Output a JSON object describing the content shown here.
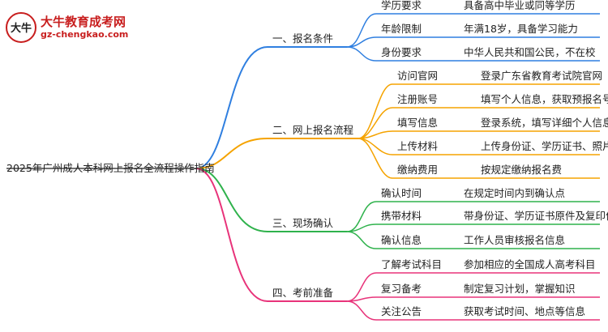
{
  "logo": {
    "title": "大牛教育成考网",
    "url": "gz-chengkao.com",
    "mark_text": "大牛"
  },
  "root": "2025年广州成人本科网上报名全流程操作指南",
  "branches": [
    {
      "label": "一、报名条件",
      "color": "#2f7fe0",
      "items": [
        {
          "key": "学历要求",
          "val": "具备高中毕业或同等学历"
        },
        {
          "key": "年龄限制",
          "val": "年满18岁，具备学习能力"
        },
        {
          "key": "身份要求",
          "val": "中华人民共和国公民，不在校"
        }
      ]
    },
    {
      "label": "二、网上报名流程",
      "color": "#f5a300",
      "items": [
        {
          "key": "访问官网",
          "val": "登录广东省教育考试院官网"
        },
        {
          "key": "注册账号",
          "val": "填写个人信息，获取预报名号"
        },
        {
          "key": "填写信息",
          "val": "登录系统，填写详细个人信息"
        },
        {
          "key": "上传材料",
          "val": "上传身份证、学历证书、照片"
        },
        {
          "key": "缴纳费用",
          "val": "按规定缴纳报名费"
        }
      ]
    },
    {
      "label": "三、现场确认",
      "color": "#2fb24c",
      "items": [
        {
          "key": "确认时间",
          "val": "在规定时间内到确认点"
        },
        {
          "key": "携带材料",
          "val": "带身份证、学历证书原件及复印件"
        },
        {
          "key": "确认信息",
          "val": "工作人员审核报名信息"
        }
      ]
    },
    {
      "label": "四、考前准备",
      "color": "#e8337a",
      "items": [
        {
          "key": "了解考试科目",
          "val": "参加相应的全国成人高考科目"
        },
        {
          "key": "复习备考",
          "val": "制定复习计划，掌握知识"
        },
        {
          "key": "关注公告",
          "val": "获取考试时间、地点等信息"
        }
      ]
    }
  ]
}
